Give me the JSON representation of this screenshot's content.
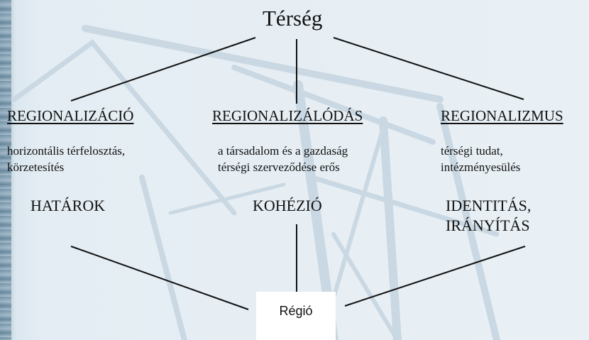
{
  "title": "Térség",
  "columns": [
    {
      "heading": "REGIONALIZÁCIÓ",
      "description": [
        "horizontális térfelosztás,",
        "körzetesítés"
      ],
      "keyword": [
        "HATÁROK"
      ]
    },
    {
      "heading": "REGIONALIZÁLÓDÁS",
      "description": [
        "a társadalom  és a gazdaság",
        "térségi szerveződése erős"
      ],
      "keyword": [
        "KOHÉZIÓ"
      ]
    },
    {
      "heading": "REGIONALIZMUS",
      "description": [
        "térségi tudat,",
        "intézményesülés"
      ],
      "keyword": [
        "IDENTITÁS,",
        "IRÁNYÍTÁS"
      ]
    }
  ],
  "bottom_box": "Régió",
  "colors": {
    "background": "#e4edf3",
    "text": "#111111",
    "box": "#ffffff"
  }
}
